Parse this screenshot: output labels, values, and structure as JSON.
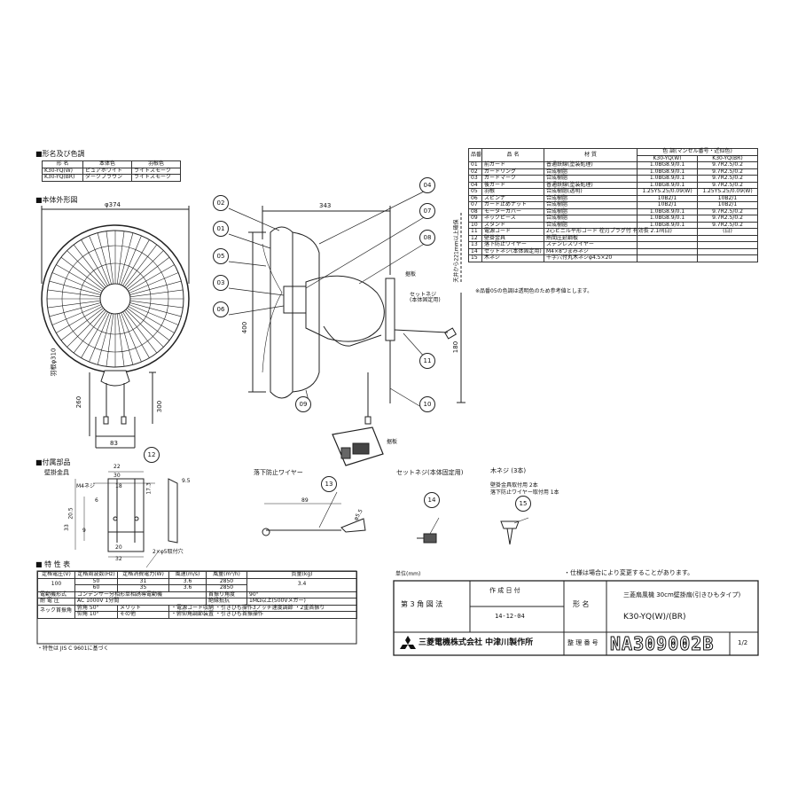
{
  "model_color": {
    "heading": "■形名及び色調",
    "headers": [
      "形 名",
      "本体色",
      "羽根色"
    ],
    "rows": [
      [
        "K30-YQ(W)",
        "ピュアホワイト",
        "ライトスモーク"
      ],
      [
        "K30-YQ(BR)",
        "ダークブラウン",
        "ライトスモーク"
      ]
    ]
  },
  "outline": {
    "heading": "■本体外形図",
    "dims": {
      "d374": "φ374",
      "d343": "343",
      "d400": "400",
      "d180": "180",
      "d260": "260",
      "d300": "300",
      "d83": "83",
      "d310": "羽根φ310",
      "ceiling": "天井から221mm以上確保"
    },
    "callouts": [
      "02",
      "01",
      "05",
      "03",
      "06",
      "04",
      "07",
      "08",
      "11",
      "10",
      "09"
    ],
    "labels": {
      "fittings": "据板",
      "set_screw": "セットネジ\n(本体固定用)",
      "fittings2": "据板"
    }
  },
  "parts": {
    "heading_no": "品番",
    "heading_name": "品 名",
    "heading_material": "材 質",
    "heading_color": "色 調(マンセル番号・近似色)",
    "heading_w": "K30-YQ(W)",
    "heading_br": "K30-YQ(BR)",
    "rows": [
      [
        "01",
        "前ガード",
        "普通鉄線(塗装処理)",
        "1.0BG8.9/0.1",
        "9.7R2.5/0.2"
      ],
      [
        "02",
        "ガードリング",
        "合成樹脂",
        "1.0BG8.9/0.1",
        "9.7R2.5/0.2"
      ],
      [
        "03",
        "ガードマーク",
        "合成樹脂",
        "1.0BG8.9/0.1",
        "9.7R2.5/0.2"
      ],
      [
        "04",
        "後ガード",
        "普通鉄線(塗装処理)",
        "1.0BG8.9/0.1",
        "9.7R2.5/0.2"
      ],
      [
        "05",
        "羽根",
        "合成樹脂(透明)",
        "1.25YS.25/0.09(W)",
        "1.25YS.25/0.09(W)"
      ],
      [
        "06",
        "スピンナ",
        "合成樹脂",
        "10B2/1",
        "10B2/1"
      ],
      [
        "07",
        "ガード止めナット",
        "合成樹脂",
        "10B2/1",
        "10B2/1"
      ],
      [
        "08",
        "モーターカバー",
        "合成樹脂",
        "1.0BG8.9/0.1",
        "9.7R2.5/0.2"
      ],
      [
        "09",
        "ネックピース",
        "合成樹脂",
        "1.0BG8.9/0.1",
        "9.7R2.5/0.2"
      ],
      [
        "10",
        "スタンド",
        "合成樹脂",
        "1.0BG8.9/0.1",
        "9.7R2.5/0.2"
      ],
      [
        "11",
        "電源コード",
        "2心ビニル平形コード 栓刃プラグ付 有効長 2.1m",
        "(白)",
        "(白)"
      ],
      [
        "12",
        "壁掛金具",
        "熱間圧延鋼板",
        "",
        ""
      ],
      [
        "13",
        "落下防止ワイヤー",
        "ステンレスワイヤー",
        "",
        ""
      ],
      [
        "14",
        "セットネジ(本体固定用)",
        "M4×8つまみネジ",
        "",
        ""
      ],
      [
        "15",
        "木ネジ",
        "十字穴付丸木ネジφ4.5×20",
        "",
        ""
      ]
    ],
    "note": "※品番05の色調は透明色のため参考値とします。"
  },
  "accessories": {
    "heading": "■付属部品",
    "wall_bracket": "壁掛金具",
    "dims": [
      "22",
      "30",
      "18",
      "6",
      "20.5",
      "M4ネジ",
      "17.3",
      "9.5",
      "33",
      "9",
      "20",
      "32",
      "2×φ5取付穴"
    ],
    "wire_title": "落下防止ワイヤー",
    "wire_dims": [
      "89",
      "φ5.5"
    ],
    "setscrew_title": "セットネジ(本体固定用)",
    "woodscrew_title": "木ネジ (3本)",
    "woodscrew_note1": "壁掛金具取付用 2本",
    "woodscrew_note2": "落下防止ワイヤー取付用 1本",
    "callouts": [
      "12",
      "13",
      "14",
      "15"
    ]
  },
  "specs": {
    "heading": "■ 特 性 表",
    "headers": [
      "定格電圧(V)",
      "定格周波数(Hz)",
      "定格消費電力(W)",
      "風速(m/s)",
      "風量(m³/h)",
      "質量(kg)"
    ],
    "rows": [
      [
        "100",
        "50",
        "31",
        "3.6",
        "2850",
        "3.4"
      ],
      [
        "",
        "60",
        "35",
        "3.6",
        "2850",
        ""
      ]
    ],
    "motor_label": "電動機形式",
    "motor_value": "コンデンサー分相形単相誘導電動機",
    "swing_label": "首振り角度",
    "swing_value": "90°",
    "voltage_label": "耐 電 圧",
    "voltage_value": "AC 1000V 1分間",
    "insulation_label": "絶縁抵抗",
    "insulation_value": "1MΩ以上(500Vメガー)",
    "neck_label": "ネック首振角",
    "neck_up": "俯角 50°",
    "neck_down": "仰角 10°",
    "merit_label": "メリット",
    "merit_value": "・電源コード収納 ・引きひも操作3ノッチ速度調節 ・2重首振り",
    "other_label": "その他",
    "other_value": "・俯仰角調節装置 ・引きひも首振操作",
    "footnote": "・特性は JIS C 9601に基づく"
  },
  "title_block": {
    "unit": "単位(mm)",
    "change_note": "・仕様は場合により変更することがあります。",
    "projection": "第 3 角 図 法",
    "date_label": "作 成 日 付",
    "date_value": "14-12-04",
    "model_label": "形 名",
    "product_name": "三菱扇風機 30cm壁掛扇(引きひもタイプ)",
    "model_value": "K30-YQ(W)/(BR)",
    "company": "三菱電機株式会社 中津川製作所",
    "ref_label": "整 理 番 号",
    "ref_value": "NA309002B",
    "page": "1/2"
  }
}
